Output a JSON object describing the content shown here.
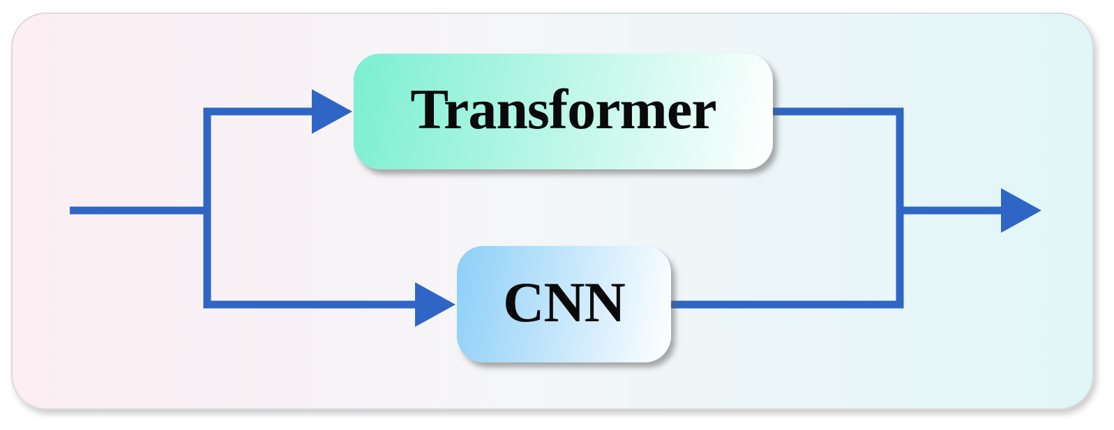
{
  "diagram": {
    "title": "Parallel Transformer and CNN branch architecture",
    "type": "flow-diagram",
    "nodes": {
      "transformer": {
        "label": "Transformer"
      },
      "cnn": {
        "label": "CNN"
      }
    },
    "edges": [
      {
        "from": "input",
        "to": "transformer",
        "arrow": true
      },
      {
        "from": "input",
        "to": "cnn",
        "arrow": true
      },
      {
        "from": "transformer",
        "to": "merge",
        "arrow": false
      },
      {
        "from": "cnn",
        "to": "merge",
        "arrow": false
      },
      {
        "from": "merge",
        "to": "output",
        "arrow": true
      }
    ]
  },
  "colors": {
    "arrow-blue": "#2F66C5",
    "container-border": "#DBDBDB",
    "container-grad-left": "#FCEEF3",
    "container-grad-mid": "#F4F6F8",
    "container-grad-right": "#E1F6F8",
    "transformer-grad-start": "#7BEFD1",
    "transformer-grad-end": "#FFFFFF",
    "cnn-grad-start": "#8DCFF8",
    "cnn-grad-end": "#FFFFFF",
    "label-color": "#0A0A0A"
  }
}
